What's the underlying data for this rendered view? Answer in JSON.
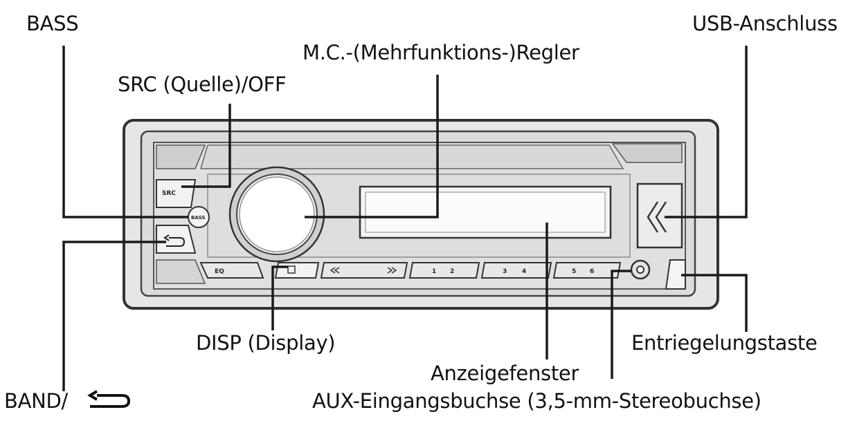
{
  "labels": {
    "bass": "BASS",
    "src": "SRC (Quelle)/OFF",
    "mc": "M.C.-(Mehrfunktions-)Regler",
    "usb": "USB-Anschluss",
    "disp": "DISP (Display)",
    "release": "Entriegelungstaste",
    "window": "Anzeigefenster",
    "band": "BAND/",
    "aux": "AUX-Eingangsbuchse (3,5-mm-Stereobuchse)"
  },
  "buttons": {
    "src": "SRC",
    "bass": "BASS",
    "eq": "EQ",
    "presets": [
      "1",
      "2",
      "3",
      "4",
      "5",
      "6"
    ]
  },
  "icons": {
    "band_back": "back-arrow-icon",
    "usb_cover": "chevron-icon"
  }
}
